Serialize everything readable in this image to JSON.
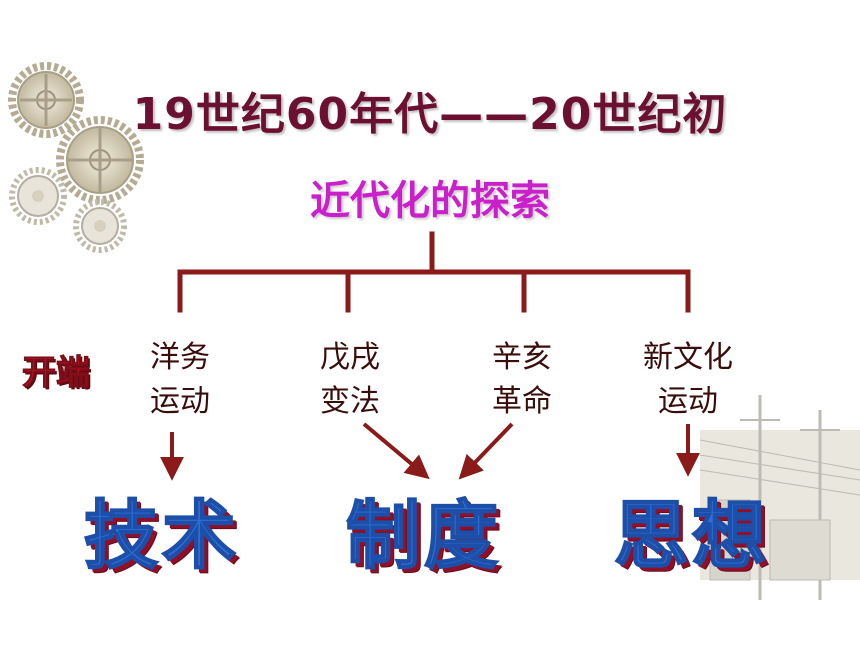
{
  "title": "19世纪60年代——20世纪初",
  "subtitle": "近代化的探索",
  "start_label": "开端",
  "branches": [
    {
      "line1": "洋务",
      "line2": "运动"
    },
    {
      "line1": "戊戌",
      "line2": "变法"
    },
    {
      "line1": "辛亥",
      "line2": "革命"
    },
    {
      "line1": "新文化",
      "line2": "运动"
    }
  ],
  "categories": [
    "技术",
    "制度",
    "思想"
  ],
  "colors": {
    "tree": "#8b1a1a",
    "title": "#6b1030",
    "subtitle": "#cc1fcc",
    "category": "#2a6fd6",
    "start": "#e5152a"
  },
  "icons": [
    "gears-icon",
    "power-lines-icon"
  ]
}
